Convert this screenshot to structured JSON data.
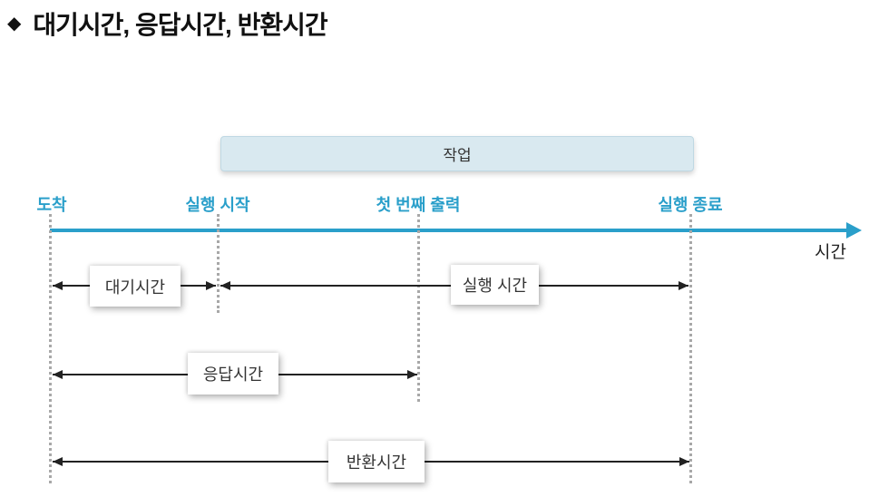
{
  "title": {
    "bullet": "◆",
    "text": "대기시간, 응답시간, 반환시간"
  },
  "diagram": {
    "job_box": {
      "label": "작업"
    },
    "axis": {
      "label": "시간"
    },
    "markers": [
      {
        "id": "arrival",
        "label": "도착"
      },
      {
        "id": "exec-start",
        "label": "실행 시작"
      },
      {
        "id": "first-output",
        "label": "첫 번째 출력"
      },
      {
        "id": "exec-end",
        "label": "실행 종료"
      }
    ],
    "intervals": [
      {
        "id": "waiting",
        "label": "대기시간",
        "from": "도착",
        "to": "실행 시작"
      },
      {
        "id": "execution",
        "label": "실행 시간",
        "from": "실행 시작",
        "to": "실행 종료"
      },
      {
        "id": "response",
        "label": "응답시간",
        "from": "도착",
        "to": "첫 번째 출력"
      },
      {
        "id": "turnaround",
        "label": "반환시간",
        "from": "도착",
        "to": "실행 종료"
      }
    ],
    "colors": {
      "accent": "#2A9FCA",
      "job_box_fill": "#D9E9F0",
      "job_box_border": "#BFD8E3",
      "arrow": "#222222",
      "dotted_guide": "#A8A8A8",
      "text_dark": "#333333"
    }
  }
}
